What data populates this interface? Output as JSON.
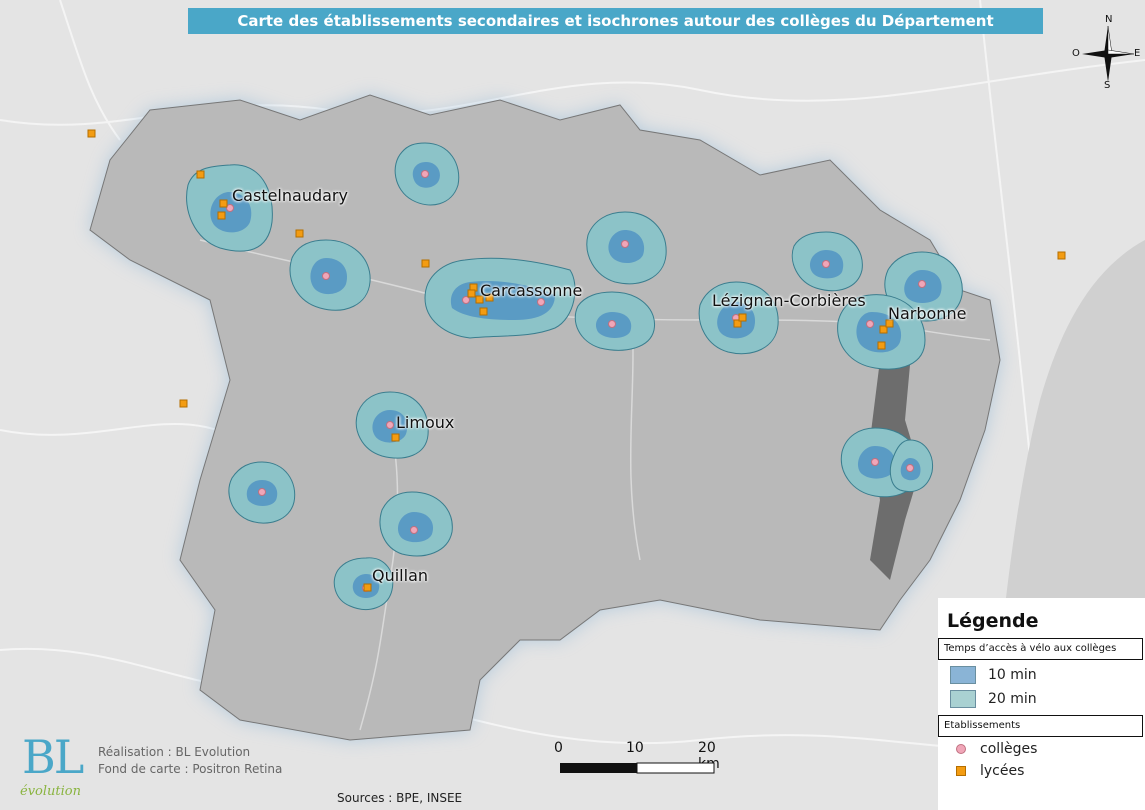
{
  "map": {
    "title": "Carte des établissements secondaires et isochrones autour des collèges du Département",
    "cities": [
      "Castelnaudary",
      "Carcassonne",
      "Lézignan-Corbières",
      "Narbonne",
      "Limoux",
      "Quillan"
    ]
  },
  "legend": {
    "title": "Légende",
    "access_header": "Temps d’accès à vélo aux collèges",
    "items": [
      {
        "label": "10 min",
        "color": "#8ab4d6"
      },
      {
        "label": "20 min",
        "color": "#a9d1d2"
      }
    ],
    "facilities_header": "Etablissements",
    "facilities": [
      {
        "label": "collèges",
        "color": "#f0a6b8",
        "icon": "circle-marker-icon"
      },
      {
        "label": "lycées",
        "color": "#f39c12",
        "icon": "square-marker-icon"
      }
    ]
  },
  "scale": {
    "labels": [
      "0",
      "10",
      "20 km"
    ]
  },
  "compass": {
    "n": "N",
    "s": "S",
    "e": "E",
    "o": "O"
  },
  "credits": {
    "line1": "Réalisation : BL Evolution",
    "line2": "Fond de carte : Positron Retina",
    "sources": "Sources : BPE, INSEE"
  },
  "logo": {
    "mark": "BL",
    "sub": "évolution"
  },
  "colors": {
    "department": "#b8b8b8",
    "iso10": "#5a9bc4",
    "iso20": "#8cc3c8",
    "college": "#f0a6b8",
    "lycee": "#f39c12"
  }
}
